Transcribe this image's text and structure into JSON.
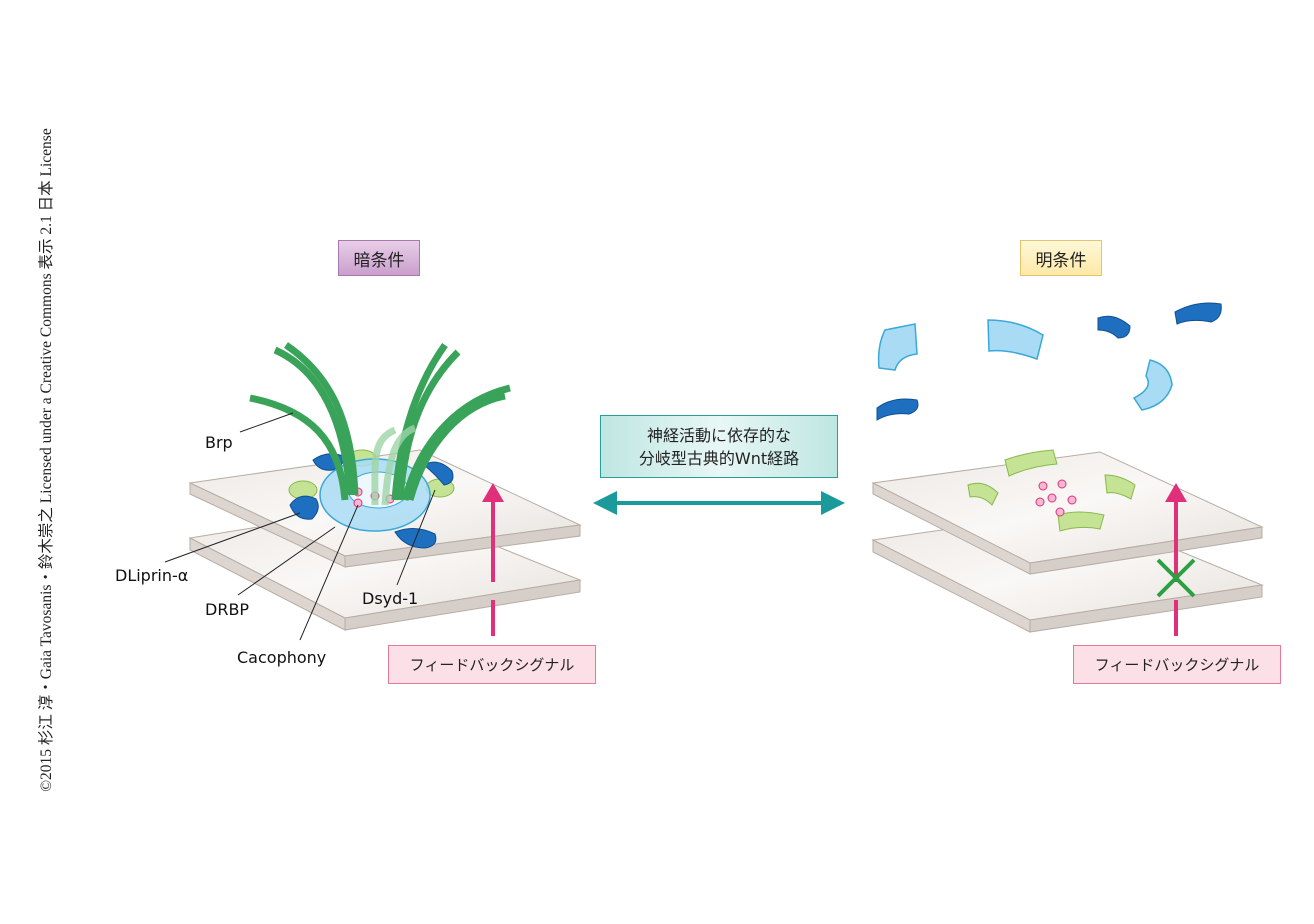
{
  "copyright": "©2015 杉江 淳・Gaia Tavosanis・鈴木崇之 Licensed under a Creative Commons 表示 2.1 日本 License",
  "conditions": {
    "dark": "暗条件",
    "light": "明条件"
  },
  "pathway": {
    "line1": "神経活動に依存的な",
    "line2": "分岐型古典的Wnt経路"
  },
  "feedback": {
    "left": "フィードバックシグナル",
    "right": "フィードバックシグナル"
  },
  "labels": {
    "brp": "Brp",
    "dliprin": "DLiprin-α",
    "drbp": "DRBP",
    "cacophony": "Cacophony",
    "dsyd": "Dsyd-1"
  },
  "colors": {
    "brp": "#3aa35a",
    "cacophony": "#8fd0f0",
    "dliprin": "#1a6fc0",
    "dsyd": "#b8dc80",
    "vesicle": "#f080b0",
    "arrow_pink": "#e0307a",
    "arrow_teal": "#1a9a9a",
    "cross": "#2aa040"
  }
}
